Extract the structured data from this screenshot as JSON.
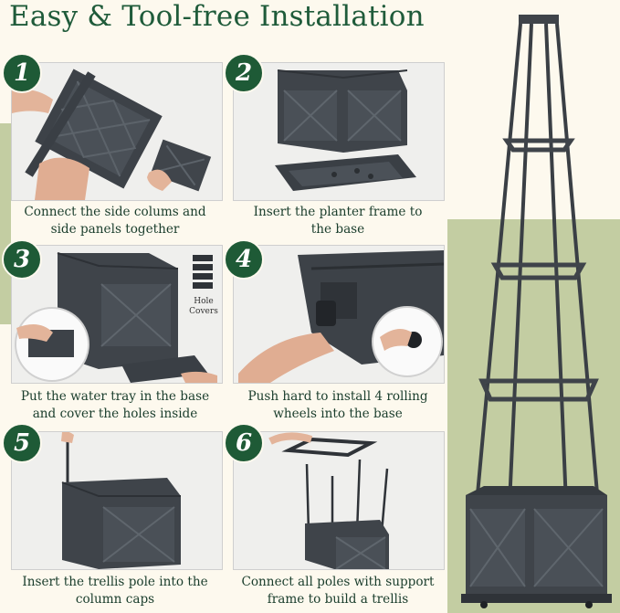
{
  "title": "Easy & Tool-free Installation",
  "colors": {
    "accent_green": "#1e5a36",
    "background": "#fdf9ee",
    "sage_block": "#c3cda2",
    "planter_gray": "#3f444a"
  },
  "steps": [
    {
      "number": "1",
      "caption_line1": "Connect the side colums and",
      "caption_line2": "side panels together"
    },
    {
      "number": "2",
      "caption_line1": "Insert the planter frame to",
      "caption_line2": "the base"
    },
    {
      "number": "3",
      "caption_line1": "Put the water tray in the base",
      "caption_line2": "and cover the holes inside",
      "extra_label_line1": "Hole",
      "extra_label_line2": "Covers"
    },
    {
      "number": "4",
      "caption_line1": "Push hard to install 4 rolling",
      "caption_line2": "wheels into the base"
    },
    {
      "number": "5",
      "caption_line1": "Insert the trellis pole into the",
      "caption_line2": "column caps"
    },
    {
      "number": "6",
      "caption_line1": "Connect all poles with support",
      "caption_line2": "frame to build a trellis"
    }
  ]
}
